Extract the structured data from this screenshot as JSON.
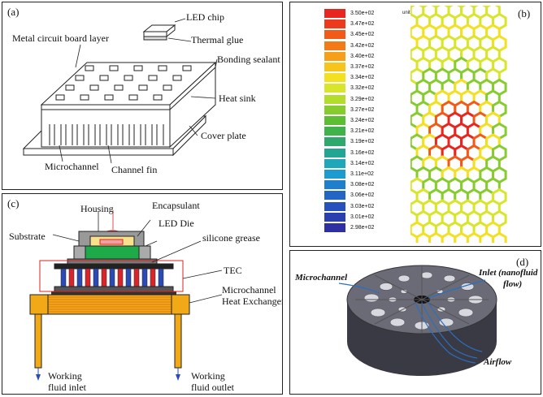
{
  "panel_a": {
    "tag": "(a)",
    "labels": {
      "led_chip": "LED chip",
      "thermal_glue": "Thermal glue",
      "metal_board": "Metal circuit board layer",
      "bonding_sealant": "Bonding sealant",
      "heat_sink": "Heat sink",
      "cover_plate": "Cover plate",
      "microchannel": "Microchannel",
      "channel_fin": "Channel fin"
    }
  },
  "panel_b": {
    "tag": "(b)",
    "unit": "unit (K)",
    "legend": [
      {
        "value": "3.50e+02",
        "color": "#e8251f"
      },
      {
        "value": "3.47e+02",
        "color": "#ee3a1c"
      },
      {
        "value": "3.45e+02",
        "color": "#f25a1a"
      },
      {
        "value": "3.42e+02",
        "color": "#f47a18"
      },
      {
        "value": "3.40e+02",
        "color": "#f6a01a"
      },
      {
        "value": "3.37e+02",
        "color": "#f7c41c"
      },
      {
        "value": "3.34e+02",
        "color": "#f3e020"
      },
      {
        "value": "3.32e+02",
        "color": "#d9e52a"
      },
      {
        "value": "3.29e+02",
        "color": "#b3dc2c"
      },
      {
        "value": "3.27e+02",
        "color": "#86cc2e"
      },
      {
        "value": "3.24e+02",
        "color": "#5dbd35"
      },
      {
        "value": "3.21e+02",
        "color": "#3fb34a"
      },
      {
        "value": "3.19e+02",
        "color": "#2ea86c"
      },
      {
        "value": "3.16e+02",
        "color": "#22a693"
      },
      {
        "value": "3.14e+02",
        "color": "#1ea7b8"
      },
      {
        "value": "3.11e+02",
        "color": "#1c9bd0"
      },
      {
        "value": "3.08e+02",
        "color": "#1f7fcc"
      },
      {
        "value": "3.06e+02",
        "color": "#2364c4"
      },
      {
        "value": "3.03e+02",
        "color": "#2650bb"
      },
      {
        "value": "3.01e+02",
        "color": "#2a3fb0"
      },
      {
        "value": "2.98e+02",
        "color": "#2e2fa3"
      }
    ]
  },
  "panel_c": {
    "tag": "(c)",
    "labels": {
      "housing": "Housing",
      "encapsulant": "Encapsulant",
      "led_die": "LED Die",
      "substrate": "Substrate",
      "silicone_grease": "silicone grease",
      "tec": "TEC",
      "heat_exchanger_1": "Microchannel",
      "heat_exchanger_2": "Heat Exchanger",
      "inlet_1": "Working",
      "inlet_2": "fluid inlet",
      "outlet_1": "Working",
      "outlet_2": "fluid outlet"
    }
  },
  "panel_d": {
    "tag": "(d)",
    "labels": {
      "microchannel": "Microchannel",
      "inlet_1": "Inlet (nanofluid",
      "inlet_2": "flow)",
      "airflow": "Airflow"
    }
  }
}
